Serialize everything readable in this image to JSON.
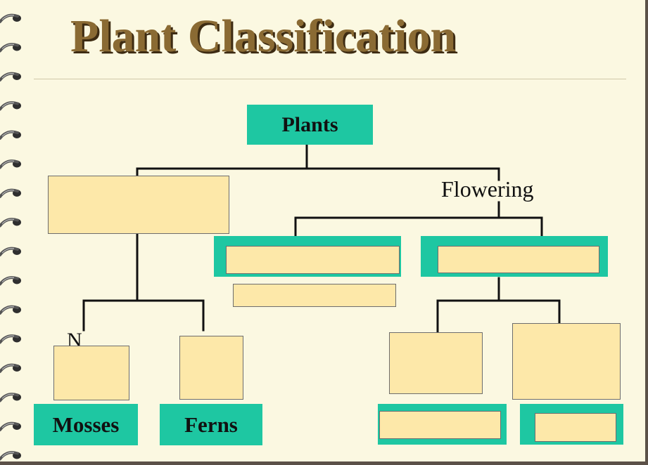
{
  "title": "Plant Classification",
  "nodes": {
    "root": "Plants",
    "flowering": "Flowering",
    "mosses": "Mosses",
    "ferns": "Ferns",
    "partial_left_label": "N"
  },
  "colors": {
    "teal": "#1ec7a2",
    "cream": "#fde8a9",
    "title": "#8a6a33",
    "page": "#fbf8e1"
  }
}
